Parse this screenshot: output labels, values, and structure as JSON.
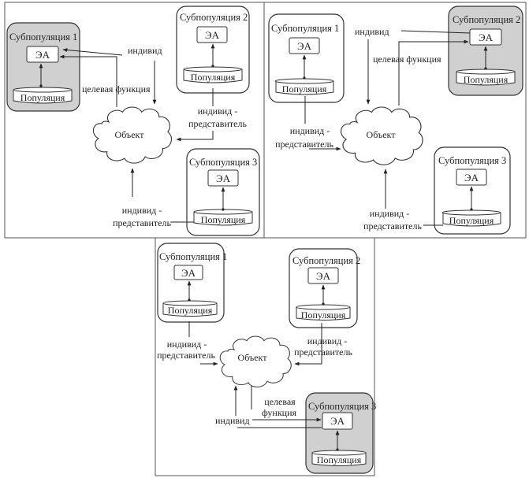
{
  "diagram": {
    "panels": [
      {
        "id": "panel-1",
        "active_subpopulation": 1,
        "subpopulations": [
          {
            "title": "Субпопуляция 1",
            "algorithm": "ЭА",
            "population": "Популяция"
          },
          {
            "title": "Субпопуляция 2",
            "algorithm": "ЭА",
            "population": "Популяция"
          },
          {
            "title": "Субпопуляция 3",
            "algorithm": "ЭА",
            "population": "Популяция"
          }
        ],
        "object": "Объект",
        "labels": {
          "individual": "индивид",
          "fitness": "целевая функция",
          "rep2_line1": "индивид -",
          "rep2_line2": "представитель",
          "rep3_line1": "индивид -",
          "rep3_line2": "представитель"
        }
      },
      {
        "id": "panel-2",
        "active_subpopulation": 2,
        "subpopulations": [
          {
            "title": "Субпопуляция 1",
            "algorithm": "ЭА",
            "population": "Популяция"
          },
          {
            "title": "Субпопуляция 2",
            "algorithm": "ЭА",
            "population": "Популяция"
          },
          {
            "title": "Субпопуляция 3",
            "algorithm": "ЭА",
            "population": "Популяция"
          }
        ],
        "object": "Объект",
        "labels": {
          "individual": "индивид",
          "fitness": "целевая функция",
          "rep1_line1": "индивид -",
          "rep1_line2": "представитель",
          "rep3_line1": "индивид -",
          "rep3_line2": "представитель"
        }
      },
      {
        "id": "panel-3",
        "active_subpopulation": 3,
        "subpopulations": [
          {
            "title": "Субпопуляция 1",
            "algorithm": "ЭА",
            "population": "Популяция"
          },
          {
            "title": "Субпопуляция 2",
            "algorithm": "ЭА",
            "population": "Популяция"
          },
          {
            "title": "Субпопуляция 3",
            "algorithm": "ЭА",
            "population": "Популяция"
          }
        ],
        "object": "Объект",
        "labels": {
          "individual": "индивид",
          "fitness_line1": "целевая",
          "fitness_line2": "функция",
          "rep1_line1": "индивид -",
          "rep1_line2": "представитель",
          "rep2_line1": "индивид -",
          "rep2_line2": "представитель"
        }
      }
    ],
    "colors": {
      "active_fill": "#d0d0d0",
      "inactive_fill": "#ffffff",
      "stroke": "#333333"
    }
  }
}
